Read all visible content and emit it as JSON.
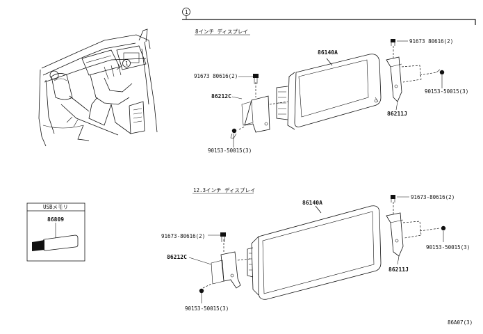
{
  "callout_ref": "1",
  "sections": {
    "top": {
      "title": "8インチ ディスプレイ"
    },
    "bottom": {
      "title": "12.3インチ ディスプレイ"
    },
    "usb": {
      "title": "USBメモリ",
      "part": "86809"
    }
  },
  "top_parts": {
    "display": "86140A",
    "bolt_left": "91673  80616(2)",
    "bolt_right": "91673  80616(2)",
    "bracket_left": "86212C",
    "bracket_right": "86211J",
    "screw_left": "90153-50015(3)",
    "screw_right": "90153-50015(3)"
  },
  "bottom_parts": {
    "display": "86140A",
    "bolt_left": "91673-80616(2)",
    "bolt_right": "91673-80616(2)",
    "bracket_left": "86212C",
    "bracket_right": "86211J",
    "screw_left": "90153-50015(3)",
    "screw_right": "90153-50015(3)"
  },
  "footer_code": "86A07(3)"
}
